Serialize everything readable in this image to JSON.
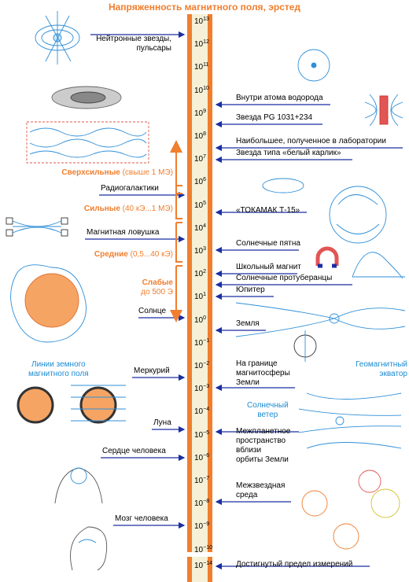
{
  "title": "Напряженность магнитного поля, эрстед",
  "ticks": [
    "10",
    "13",
    "10",
    "12",
    "10",
    "11",
    "10",
    "10",
    "10",
    "9",
    "10",
    "8",
    "10",
    "7",
    "10",
    "6",
    "10",
    "5",
    "10",
    "4",
    "10",
    "3",
    "10",
    "2",
    "10",
    "1",
    "10",
    "0",
    "10",
    "−1",
    "10",
    "−2",
    "10",
    "−3",
    "10",
    "−4",
    "10",
    "−5",
    "10",
    "−6",
    "10",
    "−7",
    "10",
    "−8",
    "10",
    "−9",
    "10",
    "−10",
    "10",
    "−14"
  ],
  "tick_list": [
    {
      "base": "10",
      "exp": "13"
    },
    {
      "base": "10",
      "exp": "12"
    },
    {
      "base": "10",
      "exp": "11"
    },
    {
      "base": "10",
      "exp": "10"
    },
    {
      "base": "10",
      "exp": "9"
    },
    {
      "base": "10",
      "exp": "8"
    },
    {
      "base": "10",
      "exp": "7"
    },
    {
      "base": "10",
      "exp": "6"
    },
    {
      "base": "10",
      "exp": "5"
    },
    {
      "base": "10",
      "exp": "4"
    },
    {
      "base": "10",
      "exp": "3"
    },
    {
      "base": "10",
      "exp": "2"
    },
    {
      "base": "10",
      "exp": "1"
    },
    {
      "base": "10",
      "exp": "0"
    },
    {
      "base": "10",
      "exp": "−1"
    },
    {
      "base": "10",
      "exp": "−2"
    },
    {
      "base": "10",
      "exp": "−3"
    },
    {
      "base": "10",
      "exp": "−4"
    },
    {
      "base": "10",
      "exp": "−5"
    },
    {
      "base": "10",
      "exp": "−6"
    },
    {
      "base": "10",
      "exp": "−7"
    },
    {
      "base": "10",
      "exp": "−8"
    },
    {
      "base": "10",
      "exp": "−9"
    },
    {
      "base": "10",
      "exp": "−10"
    }
  ],
  "tick_bottom": {
    "base": "10",
    "exp": "−14"
  },
  "left": {
    "neutron": [
      "Нейтронные звезды,",
      "пульсары"
    ],
    "radiogalaxies": "Радиогалактики",
    "magnetic_trap": "Магнитная ловушка",
    "sun": "Солнце",
    "mercury": "Меркурий",
    "moon": "Луна",
    "heart": "Сердце человека",
    "brain": "Мозг человека",
    "earth_lines": [
      "Линии земного",
      "магнитного поля"
    ]
  },
  "categories": {
    "super_name": "Сверхсильные",
    "super_range": " (свыше 1 МЭ)",
    "strong_name": "Сильные",
    "strong_range": " (40 кЭ...1 МЭ)",
    "medium_name": "Средние",
    "medium_range": " (0,5...40 кЭ)",
    "weak_name": "Слабые",
    "weak_range": "до 500 Э"
  },
  "right": {
    "hydrogen": "Внутри атома водорода",
    "star_pg": "Звезда PG 1031+234",
    "lab_max": "Наибольшее, полученное в лаборатории",
    "white_dwarf": "Звезда типа «белый карлик»",
    "tokamak": "«ТОКАМАК Т-15»",
    "sunspots": "Солнечные пятна",
    "school_magnet": "Школьный магнит",
    "prominences": "Солнечные протуберанцы",
    "jupiter": "Юпитер",
    "earth": "Земля",
    "magnetosphere": [
      "На границе",
      "магнитосферы",
      "Земли"
    ],
    "interplanetary": [
      "Межпланетное",
      "пространство",
      "вблизи",
      "орбиты Земли"
    ],
    "interstellar": [
      "Межзвездная",
      "среда"
    ],
    "limit": "Достигнутый предел измерений",
    "geomag": [
      "Геомагнитный",
      "экватор"
    ],
    "solar_wind": [
      "Солнечный",
      "ветер"
    ]
  },
  "colors": {
    "accent": "#f07e2e",
    "arrow": "#1a2fa0",
    "sketch_blue": "#2f8fd8",
    "bar_fill": "#f5f0d6"
  }
}
